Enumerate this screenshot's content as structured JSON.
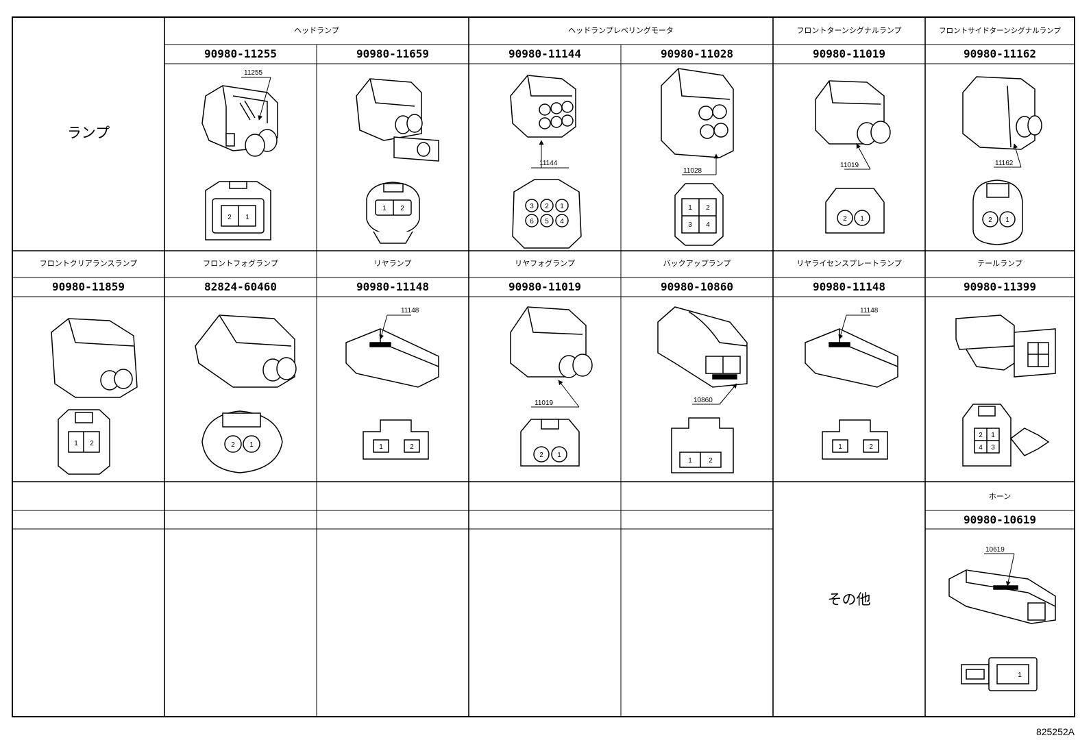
{
  "row1": {
    "label": "ランプ",
    "categories": [
      {
        "name": "ヘッドランプ"
      },
      {
        "name": "ヘッドランプレベリングモータ"
      },
      {
        "name": "フロントターンシグナルランプ"
      },
      {
        "name": "フロントサイドターンシグナルランプ"
      }
    ],
    "parts": [
      {
        "pn": "90980-11255",
        "callout": "11255",
        "pins": [
          "2",
          "1"
        ]
      },
      {
        "pn": "90980-11659",
        "callout": "",
        "pins": [
          "1",
          "2"
        ]
      },
      {
        "pn": "90980-11144",
        "callout": "11144",
        "pins": [
          "3",
          "2",
          "1",
          "6",
          "5",
          "4"
        ]
      },
      {
        "pn": "90980-11028",
        "callout": "11028",
        "pins": [
          "1",
          "2",
          "3",
          "4"
        ]
      },
      {
        "pn": "90980-11019",
        "callout": "11019",
        "pins": [
          "2",
          "1"
        ]
      },
      {
        "pn": "90980-11162",
        "callout": "11162",
        "pins": [
          "2",
          "1"
        ]
      }
    ]
  },
  "row2": {
    "parts": [
      {
        "category": "フロントクリアランスランプ",
        "pn": "90980-11859",
        "callout": "",
        "pins": [
          "1",
          "2"
        ]
      },
      {
        "category": "フロントフォグランプ",
        "pn": "82824-60460",
        "callout": "",
        "pins": [
          "2",
          "1"
        ]
      },
      {
        "category": "リヤランプ",
        "pn": "90980-11148",
        "callout": "11148",
        "pins": [
          "1",
          "2"
        ]
      },
      {
        "category": "リヤフォグランプ",
        "pn": "90980-11019",
        "callout": "11019",
        "pins": [
          "2",
          "1"
        ]
      },
      {
        "category": "バックアップランプ",
        "pn": "90980-10860",
        "callout": "10860",
        "pins": [
          "1",
          "2"
        ]
      },
      {
        "category": "リヤライセンスプレートランプ",
        "pn": "90980-11148",
        "callout": "11148",
        "pins": [
          "1",
          "2"
        ]
      },
      {
        "category": "テールランプ",
        "pn": "90980-11399",
        "callout": "",
        "pins": [
          "2",
          "1",
          "4",
          "3"
        ]
      }
    ]
  },
  "row3": {
    "label": "その他",
    "parts": [
      {
        "category": "ホーン",
        "pn": "90980-10619",
        "callout": "10619",
        "pins": [
          "1"
        ]
      }
    ]
  },
  "footer": {
    "code": "825252A"
  }
}
